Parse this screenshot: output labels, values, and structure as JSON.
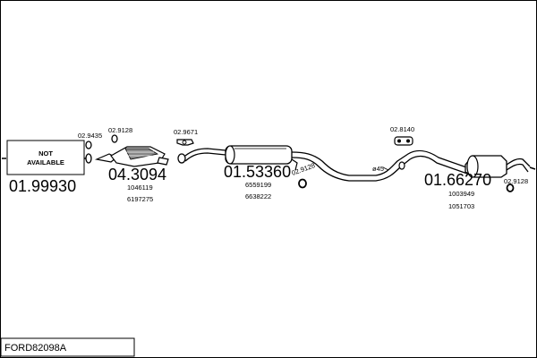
{
  "diagram": {
    "code": "FORD82098A",
    "not_available": [
      "NOT",
      "AVAILABLE"
    ],
    "parts": {
      "front": {
        "number": "01.99930"
      },
      "clamp_front": {
        "number": "02.9435"
      },
      "cat_gasket": {
        "number": "02.9128"
      },
      "catalyst": {
        "number": "04.3094",
        "refs": [
          "1046119",
          "6197275"
        ]
      },
      "cat_flange_gasket": {
        "number": "02.9671"
      },
      "middle": {
        "number": "01.53360",
        "refs": [
          "6559199",
          "6638222"
        ]
      },
      "middle_gasket": {
        "number": "02.9128"
      },
      "pipe_diameter": "ø45",
      "rear_hanger": {
        "number": "02.8140"
      },
      "rear": {
        "number": "01.66270",
        "refs": [
          "1003949",
          "1051703"
        ]
      },
      "rear_gasket": {
        "number": "02.9128"
      }
    }
  },
  "colors": {
    "line": "#000000",
    "fill": "#ffffff",
    "shade": "#888888"
  }
}
